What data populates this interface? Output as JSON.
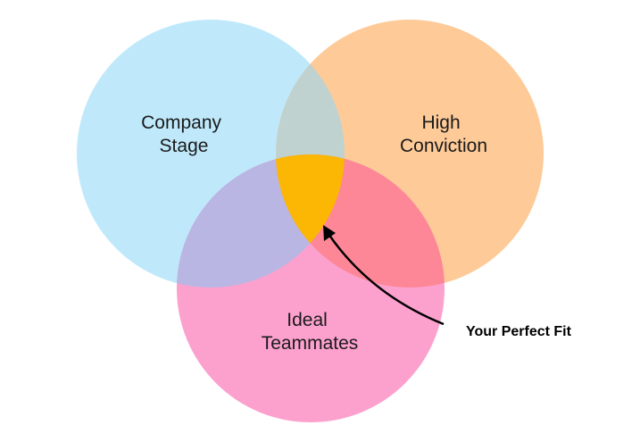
{
  "diagram": {
    "sets": [
      {
        "id": "company-stage",
        "lines": [
          "Company",
          "Stage"
        ]
      },
      {
        "id": "high-conviction",
        "lines": [
          "High",
          "Conviction"
        ]
      },
      {
        "id": "ideal-teammates",
        "lines": [
          "Ideal",
          "Teammates"
        ]
      }
    ],
    "callout": "Your Perfect Fit",
    "colors": {
      "company_stage": "#bfe9fb",
      "high_conviction": "#fdca98",
      "ideal_teammates": "#fca1ce",
      "company_high_overlap": "#bfd2d0",
      "company_ideal_overlap": "#b9b6e4",
      "high_ideal_overlap": "#fd8796",
      "center_overlap": "#fbb704",
      "arrow": "#000000"
    }
  }
}
